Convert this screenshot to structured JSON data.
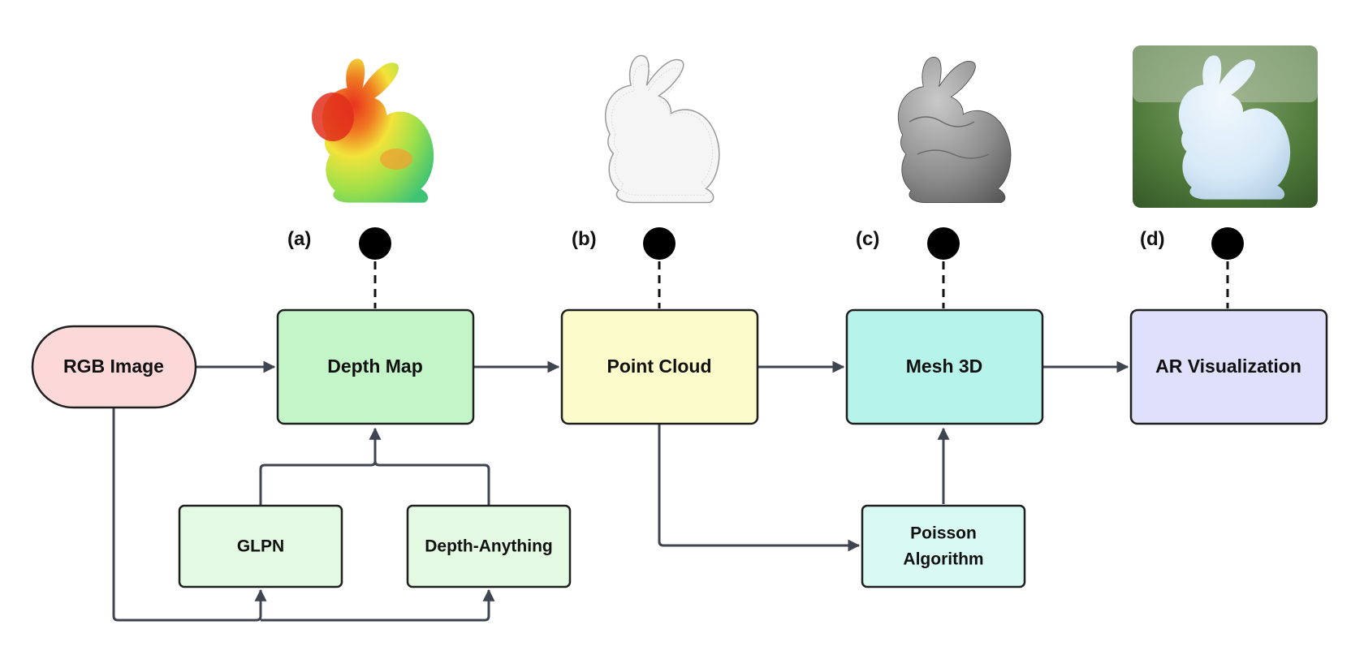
{
  "diagram": {
    "nodes": {
      "rgb_image": {
        "label": "RGB Image",
        "fill": "#fdd8d8"
      },
      "depth_map": {
        "label": "Depth Map",
        "fill": "#c3f5c8"
      },
      "point_cloud": {
        "label": "Point Cloud",
        "fill": "#fcfbcb"
      },
      "mesh_3d": {
        "label": "Mesh 3D",
        "fill": "#b6f3ea"
      },
      "ar_visualization": {
        "label": "AR Visualization",
        "fill": "#dfe0fb"
      },
      "glpn": {
        "label": "GLPN",
        "fill": "#e3f9e1"
      },
      "depth_anything": {
        "label": "Depth-Anything",
        "fill": "#e3f9e1"
      },
      "poisson_algorithm": {
        "label_line1": "Poisson",
        "label_line2": "Algorithm",
        "fill": "#d9faf3"
      }
    },
    "panels": [
      {
        "label": "(a)",
        "image": "depth-colormap-bunny"
      },
      {
        "label": "(b)",
        "image": "point-cloud-bunny"
      },
      {
        "label": "(c)",
        "image": "gray-mesh-bunny"
      },
      {
        "label": "(d)",
        "image": "ar-bunny-on-grass"
      }
    ],
    "edges": [
      {
        "from": "RGB Image",
        "to": "Depth Map"
      },
      {
        "from": "Depth Map",
        "to": "Point Cloud"
      },
      {
        "from": "Point Cloud",
        "to": "Mesh 3D"
      },
      {
        "from": "Mesh 3D",
        "to": "AR Visualization"
      },
      {
        "from": "GLPN",
        "to": "Depth Map"
      },
      {
        "from": "Depth-Anything",
        "to": "Depth Map"
      },
      {
        "from": "RGB Image",
        "to": "GLPN"
      },
      {
        "from": "RGB Image",
        "to": "Depth-Anything"
      },
      {
        "from": "Point Cloud",
        "to": "Poisson Algorithm"
      },
      {
        "from": "Poisson Algorithm",
        "to": "Mesh 3D"
      }
    ],
    "colors": {
      "edge": "#3f4550",
      "outline": "#1f1f1f",
      "heat_red": "#e8321e",
      "heat_yellow": "#f2e33a",
      "heat_green": "#5ccf4c",
      "ar_bunny": "#d6e9f7",
      "ar_grass": "#4f7a3a"
    }
  }
}
